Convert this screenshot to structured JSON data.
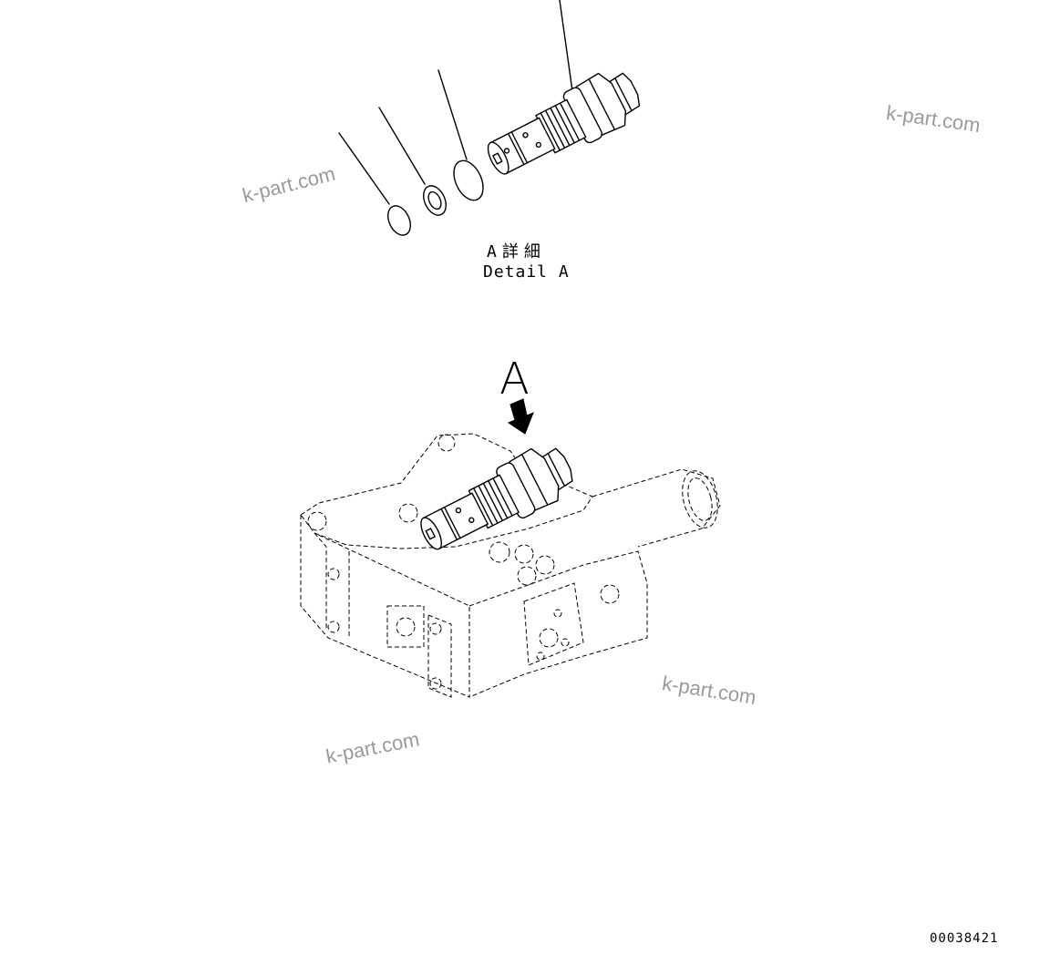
{
  "detail": {
    "title_jp": "A詳細",
    "title_en": "Detail A"
  },
  "view_marker": "A",
  "drawing_number": "00038421",
  "watermark": "k-part.com",
  "icons": [
    "valve-cartridge-icon",
    "o-ring-icon",
    "backup-ring-icon",
    "arrow-down-icon",
    "valve-block-phantom-icon"
  ]
}
